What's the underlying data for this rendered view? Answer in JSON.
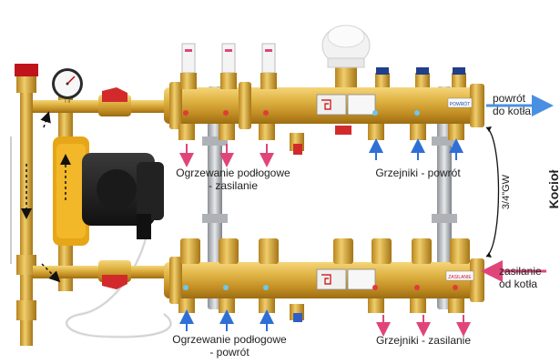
{
  "labels": {
    "floor_supply_1": "Ogrzewanie podłogowe",
    "floor_supply_2": "- zasilanie",
    "radiators_return": "Grzejniki - powrót",
    "return_to_boiler_1": "powrót",
    "return_to_boiler_2": "do kotła",
    "pipe_size": "3/4\"GW",
    "boiler": "Kocioł",
    "supply_from_boiler_1": "zasilanie",
    "supply_from_boiler_2": "od kotła",
    "floor_return_1": "Ogrzewanie podłogowe",
    "floor_return_2": "- powrót",
    "radiators_supply": "Grzejniki - zasilanie",
    "tag_return": "POWRÓT",
    "tag_supply": "ZASILANIE"
  },
  "colors": {
    "brass": "#d9a934",
    "brass_dark": "#a87a18",
    "supply_arrow": "#e0457a",
    "return_arrow": "#2f6fd6",
    "boiler_return_arrow": "#4a90e2",
    "boiler_supply_arrow": "#e0457a"
  }
}
